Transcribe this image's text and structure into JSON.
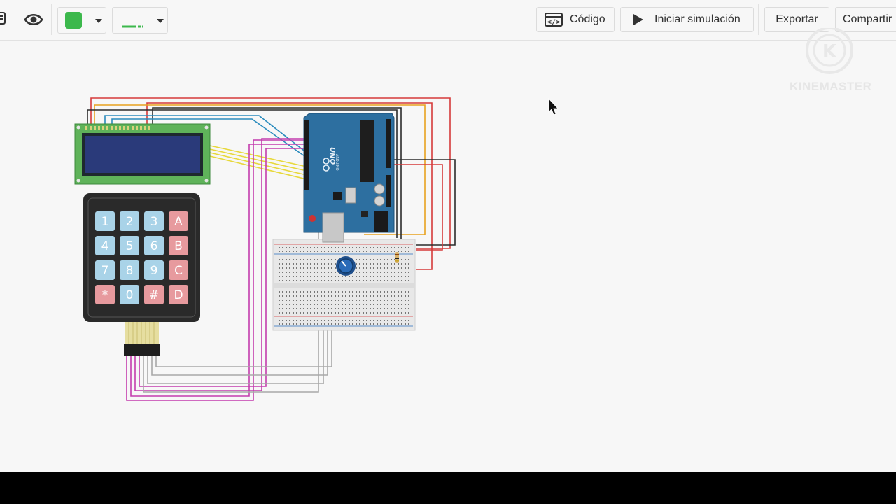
{
  "toolbar": {
    "color_swatch": "#3cb84c",
    "wire_color": "#3cb84c",
    "code_label": "Código",
    "simulate_label": "Iniciar simulación",
    "export_label": "Exportar",
    "share_label": "Compartir"
  },
  "keypad": {
    "rows": [
      [
        "1",
        "2",
        "3",
        "A"
      ],
      [
        "4",
        "5",
        "6",
        "B"
      ],
      [
        "7",
        "8",
        "9",
        "C"
      ],
      [
        "*",
        "0",
        "#",
        "D"
      ]
    ],
    "num_key_color": "#a9d3e8",
    "letter_key_color": "#e79a9e"
  },
  "arduino": {
    "model_label": "UNO",
    "brand_label": "ARDUINO"
  },
  "watermark": {
    "text": "KINEMASTER",
    "logo_letter": "K"
  }
}
